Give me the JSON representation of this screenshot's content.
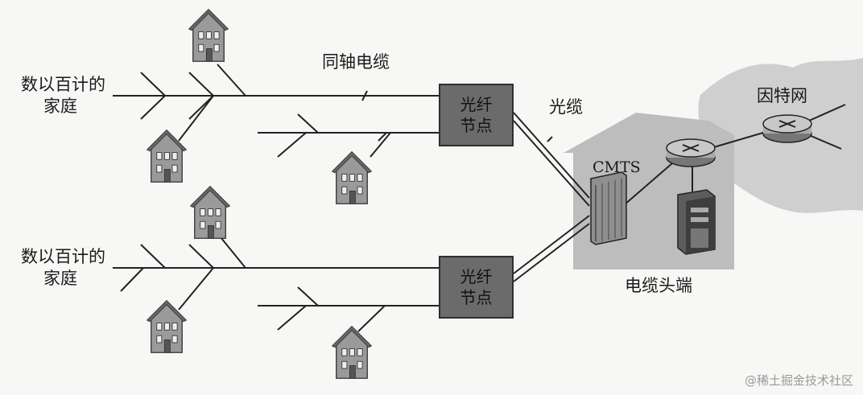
{
  "labels": {
    "homes_top": [
      "数以百计的",
      "家庭"
    ],
    "homes_bottom": [
      "数以百计的",
      "家庭"
    ],
    "coax": "同轴电缆",
    "fiber": "光缆",
    "fiber_node_top": [
      "光纤",
      "节点"
    ],
    "fiber_node_bottom": [
      "光纤",
      "节点"
    ],
    "cmts": "CMTS",
    "headend": "电缆头端",
    "internet": "因特网"
  },
  "icons": [
    "house-icon",
    "router-icon",
    "server-icon",
    "cmts-rack-icon",
    "cloud-icon"
  ],
  "watermark": "@稀土掘金技术社区"
}
